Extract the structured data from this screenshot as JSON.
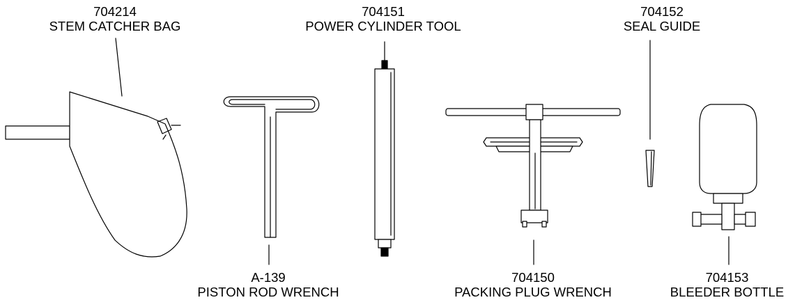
{
  "tools": [
    {
      "key": "stem_catcher_bag",
      "part_no": "704214",
      "name": "STEM CATCHER BAG"
    },
    {
      "key": "power_cylinder_tool",
      "part_no": "704151",
      "name": "POWER CYLINDER TOOL"
    },
    {
      "key": "seal_guide",
      "part_no": "704152",
      "name": "SEAL GUIDE"
    },
    {
      "key": "piston_rod_wrench",
      "part_no": "A-139",
      "name": "PISTON ROD WRENCH"
    },
    {
      "key": "packing_plug_wrench",
      "part_no": "704150",
      "name": "PACKING PLUG WRENCH"
    },
    {
      "key": "bleeder_bottle",
      "part_no": "704153",
      "name": "BLEEDER BOTTLE"
    }
  ],
  "colors": {
    "line": "#000000",
    "background": "#ffffff",
    "fill": "#ffffff"
  }
}
